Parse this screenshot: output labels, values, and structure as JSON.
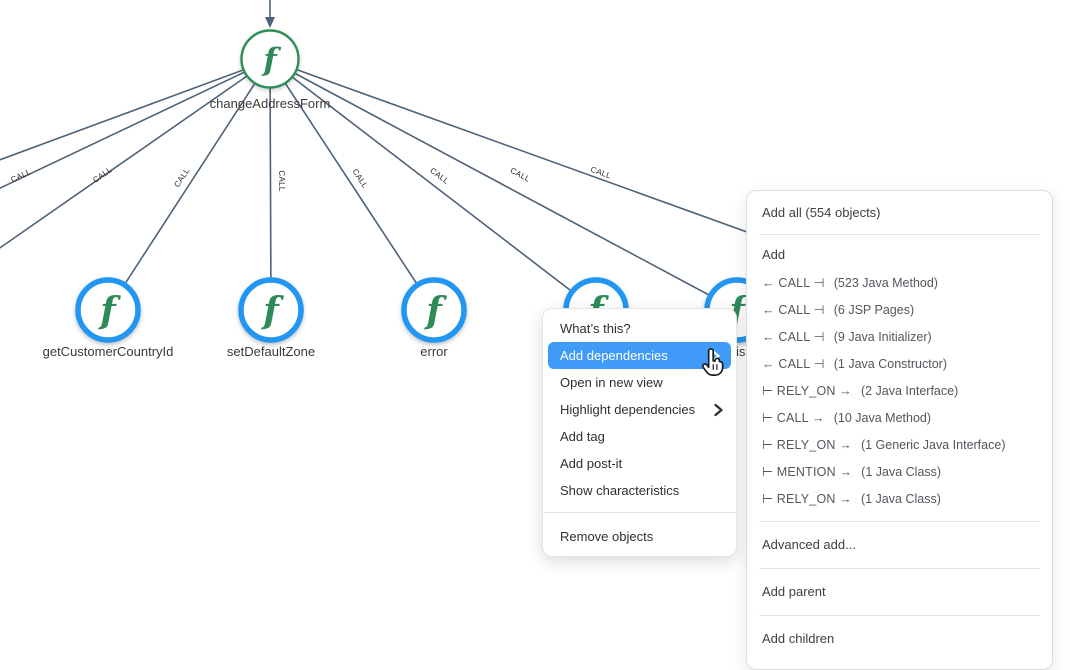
{
  "graph": {
    "root_node": {
      "label": "changeAddressForm",
      "icon": "java-method-icon"
    },
    "child_nodes": [
      {
        "label": "getCustomerCountryId"
      },
      {
        "label": "setDefaultZone"
      },
      {
        "label": "error"
      },
      {
        "label": ""
      },
      {
        "label_visible_fragment": "is"
      }
    ],
    "edge_label": "CALL"
  },
  "context_menu": {
    "items": [
      {
        "label": "What’s this?"
      },
      {
        "label": "Add dependencies",
        "highlighted": true,
        "has_submenu": true
      },
      {
        "label": "Open in new view"
      },
      {
        "label": "Highlight dependencies",
        "has_submenu": true
      },
      {
        "label": "Add tag"
      },
      {
        "label": "Add post-it"
      },
      {
        "label": "Show characteristics"
      },
      {
        "label": "Remove objects"
      }
    ]
  },
  "submenu": {
    "add_all_label": "Add all (554 objects)",
    "section_header": "Add",
    "dependency_rows": [
      {
        "relation": "← CALL ⊣",
        "count": "(523 Java Method)"
      },
      {
        "relation": "← CALL ⊣",
        "count": "(6 JSP Pages)"
      },
      {
        "relation": "← CALL ⊣",
        "count": "(9 Java Initializer)"
      },
      {
        "relation": "← CALL ⊣",
        "count": "(1 Java Constructor)"
      },
      {
        "relation": "⊢ RELY_ON →",
        "count": "(2 Java Interface)"
      },
      {
        "relation": "⊢ CALL →",
        "count": "(10 Java Method)"
      },
      {
        "relation": "⊢ RELY_ON →",
        "count": "(1 Generic Java Interface)"
      },
      {
        "relation": "⊢ MENTION →",
        "count": "(1 Java Class)"
      },
      {
        "relation": "⊢ RELY_ON →",
        "count": "(1 Java Class)"
      }
    ],
    "advanced_add_label": "Advanced add...",
    "add_parent_label": "Add parent",
    "add_children_label": "Add children"
  },
  "colors": {
    "menu_highlight_blue": "#3f9bf7",
    "node_border_blue": "#2196f3",
    "root_ring_green": "#2e8e58",
    "function_glyph_green": "#2e8b57",
    "edge_slate": "#4e6278"
  }
}
